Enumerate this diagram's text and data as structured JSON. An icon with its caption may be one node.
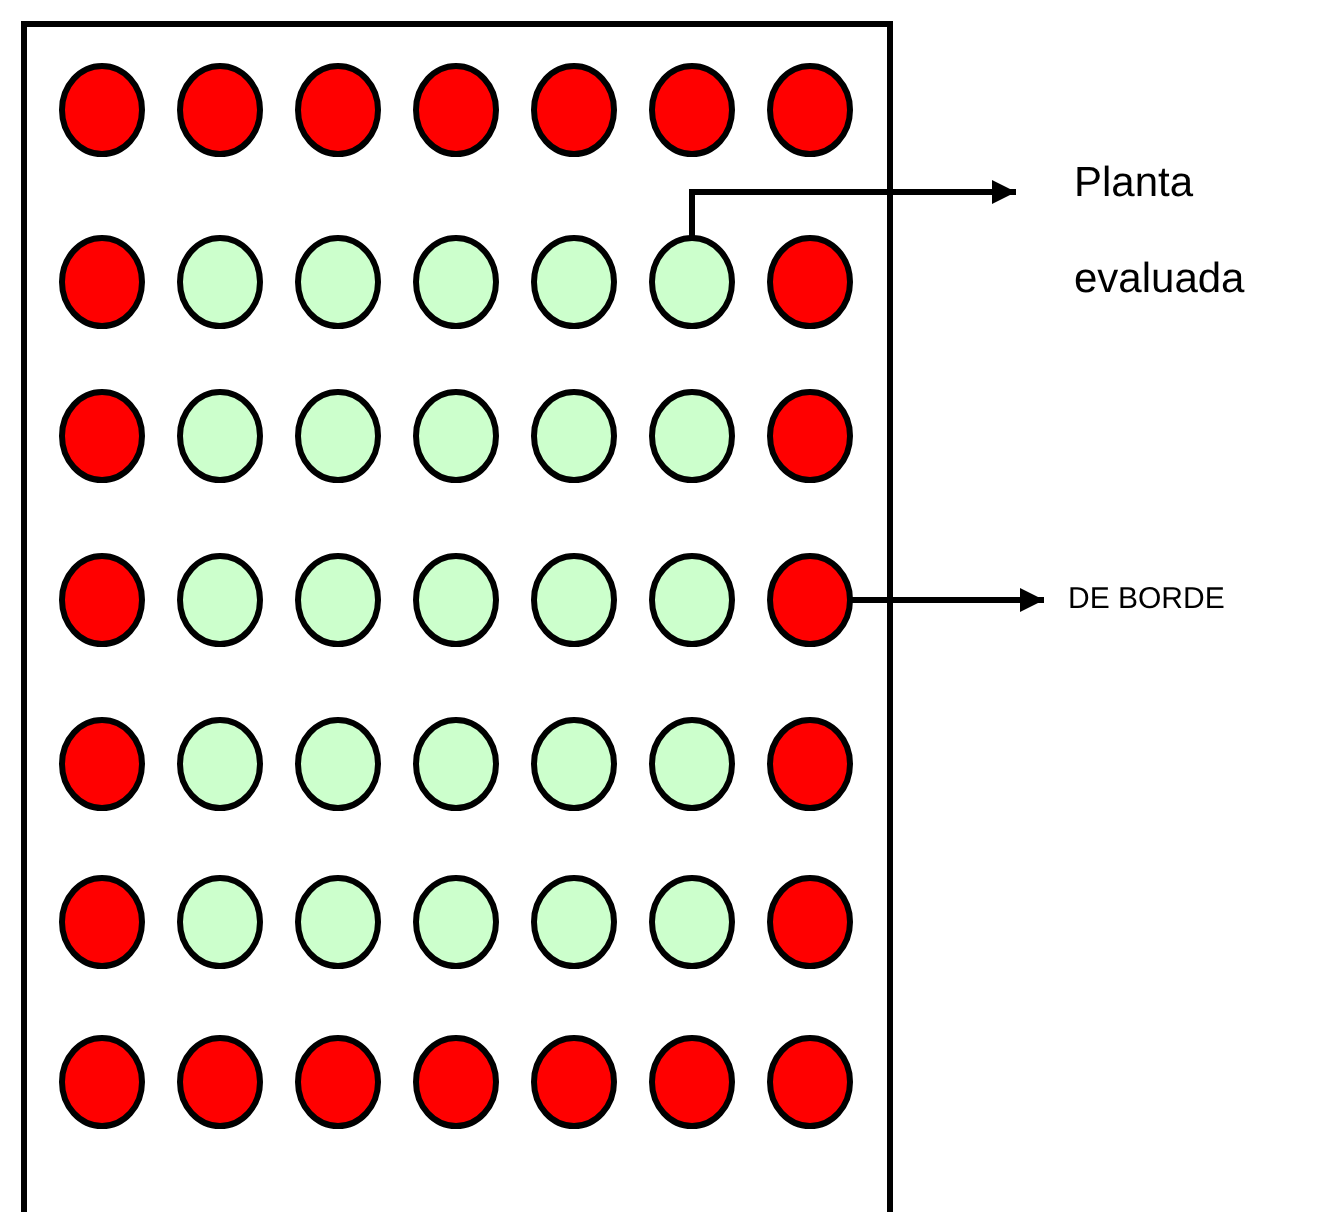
{
  "diagram": {
    "nodes": [
      {
        "text": [],
        "shape": "circle"
      },
      {
        "text": [],
        "shape": "circle"
      },
      {
        "text": [],
        "shape": "circle"
      },
      {
        "text": [],
        "shape": "circle"
      },
      {
        "text": [],
        "shape": "circle"
      },
      {
        "text": [],
        "shape": "circle"
      },
      {
        "text": [],
        "shape": "circle"
      },
      {
        "text": [],
        "shape": "circle"
      },
      {
        "text": [],
        "shape": "circle"
      },
      {
        "text": [],
        "shape": "circle"
      },
      {
        "text": [],
        "shape": "circle"
      },
      {
        "text": [],
        "shape": "circle"
      },
      {
        "text": [],
        "shape": "circle"
      },
      {
        "text": [],
        "shape": "circle"
      },
      {
        "text": [],
        "shape": "circle"
      },
      {
        "text": [],
        "shape": "circle"
      },
      {
        "text": [],
        "shape": "circle"
      },
      {
        "text": [],
        "shape": "circle"
      },
      {
        "text": [],
        "shape": "circle"
      },
      {
        "text": [],
        "shape": "circle"
      },
      {
        "text": [],
        "shape": "circle"
      },
      {
        "text": [],
        "shape": "circle"
      },
      {
        "text": [],
        "shape": "circle"
      },
      {
        "text": [],
        "shape": "circle"
      },
      {
        "text": [],
        "shape": "circle"
      },
      {
        "text": [],
        "shape": "circle"
      },
      {
        "text": [],
        "shape": "circle"
      },
      {
        "text": [],
        "shape": "circle"
      },
      {
        "text": [],
        "shape": "circle"
      },
      {
        "text": [],
        "shape": "circle"
      },
      {
        "text": [],
        "shape": "circle"
      },
      {
        "text": [],
        "shape": "circle"
      },
      {
        "text": [],
        "shape": "circle"
      },
      {
        "text": [],
        "shape": "circle"
      },
      {
        "text": [],
        "shape": "circle"
      },
      {
        "text": [],
        "shape": "circle"
      },
      {
        "text": [],
        "shape": "circle"
      },
      {
        "text": [],
        "shape": "circle"
      },
      {
        "text": [],
        "shape": "circle"
      },
      {
        "text": [],
        "shape": "circle"
      },
      {
        "text": [],
        "shape": "circle"
      },
      {
        "text": [],
        "shape": "circle"
      },
      {
        "text": [],
        "shape": "circle"
      },
      {
        "text": [],
        "shape": "circle"
      },
      {
        "text": [],
        "shape": "circle"
      },
      {
        "text": [],
        "shape": "circle"
      },
      {
        "text": [],
        "shape": "circle"
      },
      {
        "text": [],
        "shape": "circle"
      },
      {
        "text": [],
        "shape": "circle"
      },
      {
        "text": [
          "Planta evaluada"
        ]
      },
      {
        "text": [
          "DE BORDE"
        ]
      }
    ],
    "edges": [
      {
        "from": 12,
        "to": 49,
        "arrow": "to"
      },
      {
        "from": 27,
        "to": 50,
        "arrow": "to"
      }
    ]
  }
}
